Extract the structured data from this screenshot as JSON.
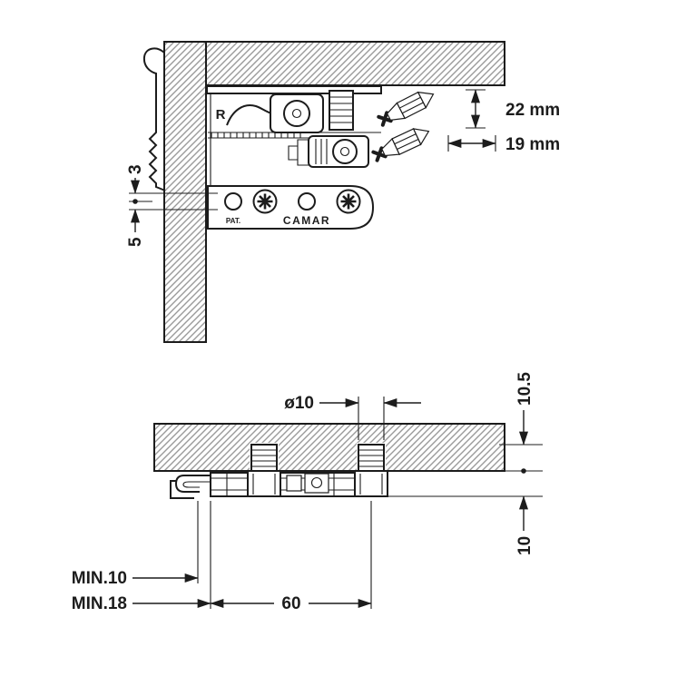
{
  "side_view": {
    "marking_r": "R",
    "marking_pat": "PAT.",
    "brand": "CAMAR",
    "dim_vertical_adjust": "22 mm",
    "dim_depth_adjust": "19 mm",
    "dim_offset_3": "3",
    "dim_offset_5": "5"
  },
  "section_view": {
    "dim_plug_diameter": "ø10",
    "dim_drill_depth": "10.5",
    "dim_body_height": "10",
    "dim_min_hook": "MIN.10",
    "dim_min_body": "MIN.18",
    "dim_plug_spacing": "60"
  },
  "icons": {
    "adjustment_tool": "phillips-bit-icon"
  },
  "colors": {
    "line": "#1c1c1c",
    "hatch": "#9a9a9a",
    "background": "#ffffff"
  }
}
